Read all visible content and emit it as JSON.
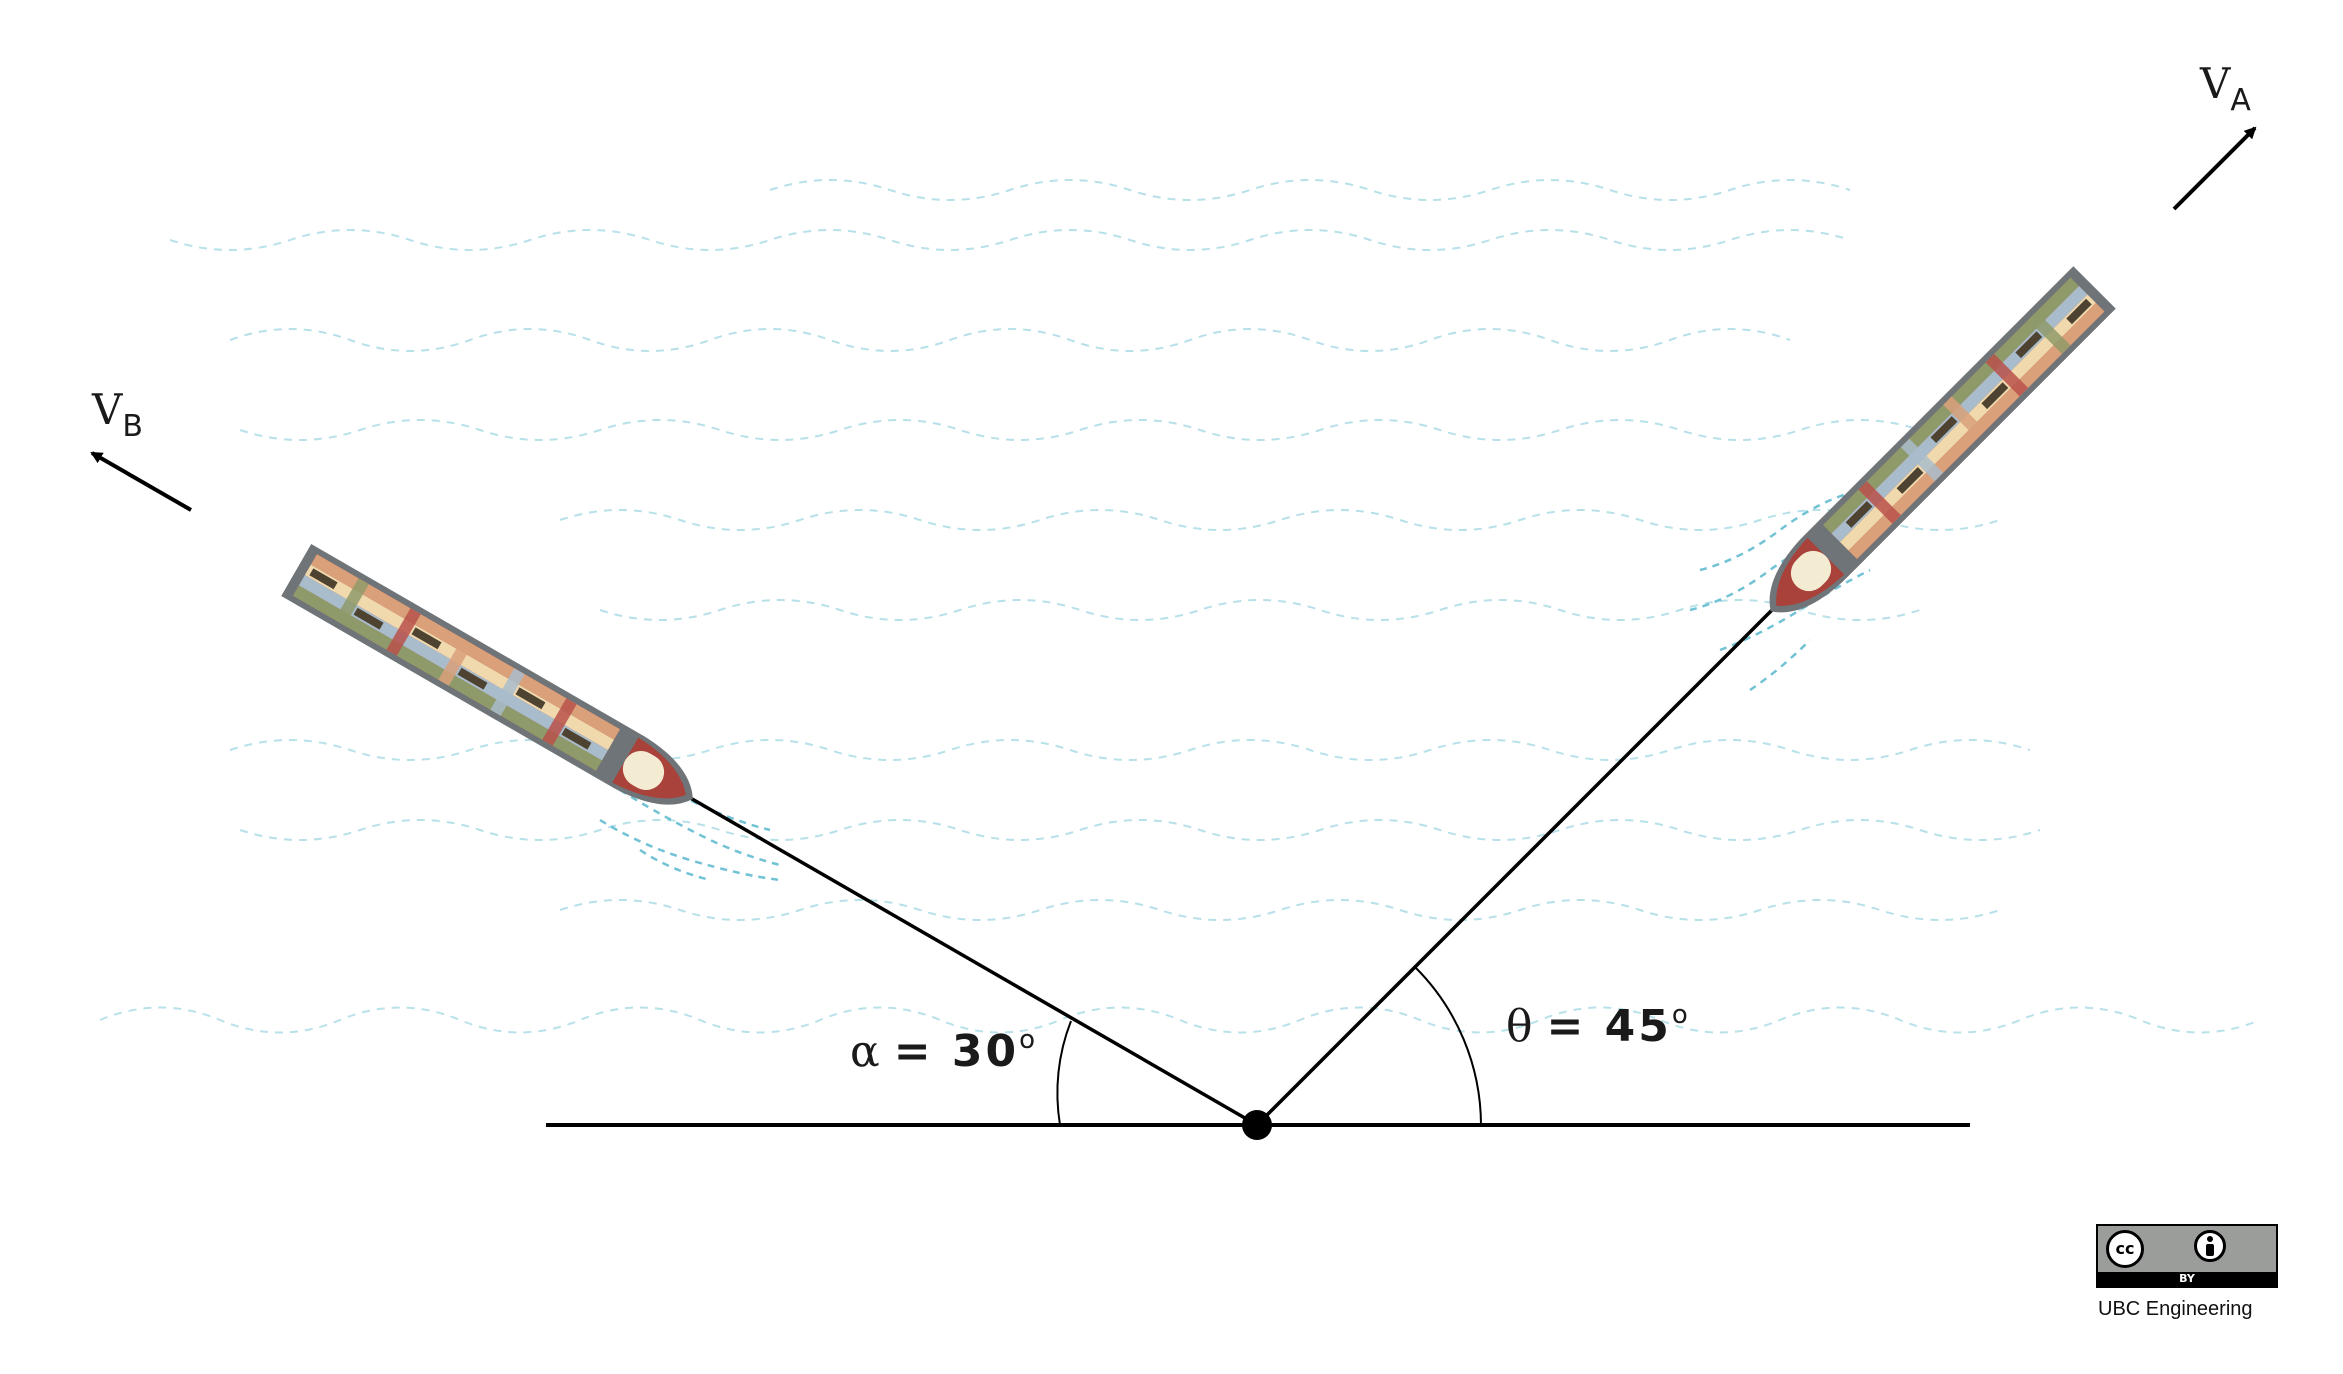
{
  "labels": {
    "va_main": "V",
    "va_sub": "A",
    "vb_main": "V",
    "vb_sub": "B",
    "alpha_symbol": "α",
    "alpha_value": "=  30",
    "alpha_degree": "o",
    "theta_symbol": "θ",
    "theta_value": "=  45",
    "theta_degree": "o"
  },
  "license": {
    "cc_text": "cc",
    "by_text": "BY",
    "credit": "UBC Engineering"
  },
  "colors": {
    "line": "#000000",
    "water": "#7ec8d8",
    "hull": "#6f7478",
    "bow": "#a8423a",
    "cabin": "#f3ebd2",
    "container_red": "#b8514a",
    "container_green": "#8f9a6a",
    "container_blue": "#a9bccb",
    "container_orange": "#d9a07a",
    "container_cream": "#f1d9ae",
    "container_dark": "#4d4330"
  }
}
